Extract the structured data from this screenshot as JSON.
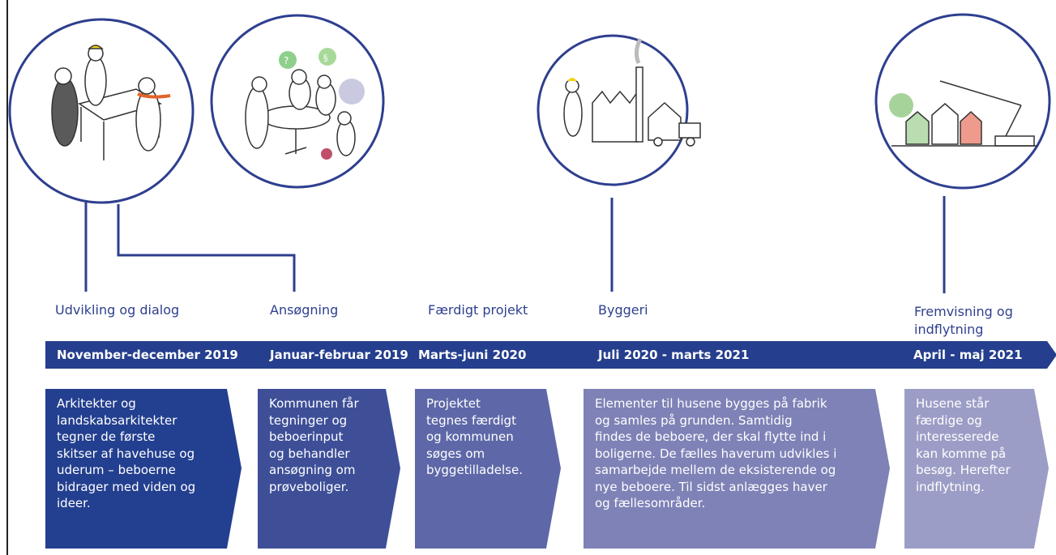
{
  "phases": [
    {
      "label": "Udvikling og dialog",
      "date": "November-december 2019",
      "description": "Arkitekter og\nlandskabsarkitekter\ntegner de første\nskitser af havehuse og\nuderum  – beboerne\nbidrager med viden og\nideer."
    },
    {
      "label": "Ansøgning",
      "date": "Januar-februar 2019",
      "description": "Kommunen får\ntegninger og\nbeboerinput\nog behandler\nansøgning om\nprøveboliger."
    },
    {
      "label": "Færdigt projekt",
      "date": "Marts-juni 2020",
      "description": "Projektet\ntegnes færdigt\nog kommunen\nsøges om\nbyggetilladelse."
    },
    {
      "label": "Byggeri",
      "date": "Juli 2020 - marts 2021",
      "description": "Elementer til husene bygges på fabrik\nog samles på grunden. Samtidig\nfindes de beboere, der skal flytte ind i\nboligerne. De fælles haverum udvikles i\nsamarbejde mellem de eksisterende og\nnye beboere. Til sidst anlægges haver\nog fællesområder."
    },
    {
      "label": "Fremvisning og\nindflytning",
      "date": "April - maj 2021",
      "description": "Husene står\nfærdige og\ninteresserede\nkan komme på\nbesøg. Herefter\nindflytning."
    }
  ],
  "illustrations": [
    "architects-sketching-illustration",
    "meeting-table-illustration",
    "factory-construction-illustration",
    "houses-crane-illustration"
  ],
  "colors": {
    "line": "#2e3f8f",
    "band": "#253f8e",
    "card1": "#233f8f",
    "card2": "#3e4f98",
    "card3": "#5e68a8",
    "card4": "#7e82b6",
    "card5": "#9c9dc6"
  }
}
